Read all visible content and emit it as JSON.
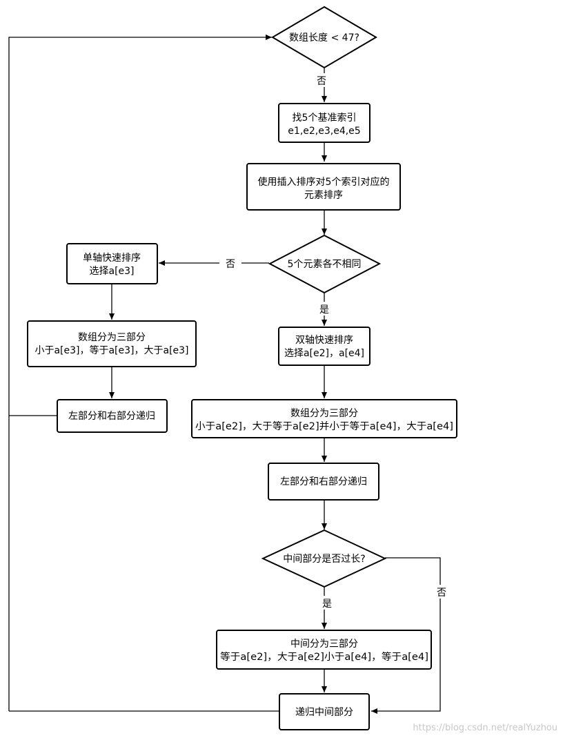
{
  "nodes": {
    "cond_len": {
      "lines": [
        "数组长度 < 47?"
      ]
    },
    "find_idx": {
      "lines": [
        "找5个基准索引",
        "e1,e2,e3,e4,e5"
      ]
    },
    "insert_sort": {
      "lines": [
        "使用插入排序对5个索引对应的",
        "元素排序"
      ]
    },
    "cond_diff": {
      "lines": [
        "5个元素各不相同"
      ]
    },
    "single_pivot": {
      "lines": [
        "单轴快速排序",
        "选择a[e3]"
      ]
    },
    "single_part": {
      "lines": [
        "数组分为三部分",
        "小于a[e3]，等于a[e3]，大于a[e3]"
      ]
    },
    "single_recurse": {
      "lines": [
        "左部分和右部分递归"
      ]
    },
    "dual_pivot": {
      "lines": [
        "双轴快速排序",
        "选择a[e2]，a[e4]"
      ]
    },
    "dual_part": {
      "lines": [
        "数组分为三部分",
        "小于a[e2]，大于等于a[e2]并小于等于a[e4]，大于a[e4]"
      ]
    },
    "dual_recurse": {
      "lines": [
        "左部分和右部分递归"
      ]
    },
    "cond_mid": {
      "lines": [
        "中间部分是否过长?"
      ]
    },
    "mid_part": {
      "lines": [
        "中间分为三部分",
        "等于a[e2]，大于a[e2]小于a[e4]，等于a[e4]"
      ]
    },
    "mid_recurse": {
      "lines": [
        "递归中间部分"
      ]
    }
  },
  "edge_labels": {
    "len_no": "否",
    "diff_no": "否",
    "diff_yes": "是",
    "mid_yes": "是",
    "mid_no": "否"
  },
  "watermark": "https://blog.csdn.net/realYuzhou",
  "colors": {
    "stroke": "#000000",
    "fill": "#ffffff",
    "watermark": "#c8c8c8"
  }
}
